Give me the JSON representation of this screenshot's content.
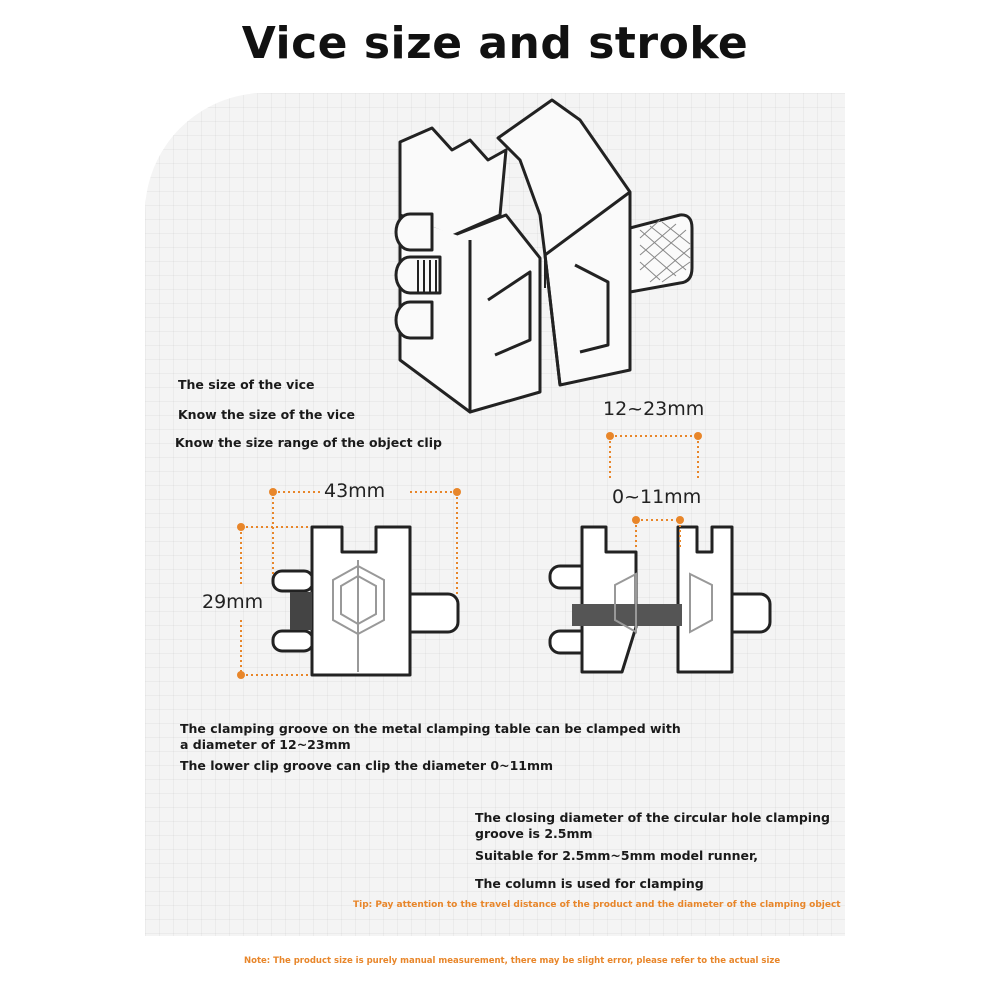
{
  "title": "Vice size and stroke",
  "intro": {
    "line1": "The size of the vice",
    "line2": "Know the size of the vice",
    "line3": "Know the size range of the object clip"
  },
  "dimensions": {
    "width": "43mm",
    "height": "29mm",
    "upper_range": "12~23mm",
    "lower_range": "0~11mm"
  },
  "desc": {
    "clamp_line1": "The clamping groove on the metal clamping table can be clamped with",
    "clamp_line2": "a diameter of 12~23mm",
    "lower_groove": "The lower clip groove can clip the diameter 0~11mm",
    "hole_line1": "The closing diameter of the circular hole clamping",
    "hole_line2": "groove is 2.5mm",
    "suitable": "Suitable for 2.5mm~5mm model runner,",
    "column": "The column is used for clamping"
  },
  "tip": "Tip: Pay attention to the travel distance of the product and the diameter of the clamping object",
  "note": "Note: The product size is purely manual measurement, there may be slight error, please refer to the actual size",
  "colors": {
    "accent": "#e8862a",
    "outline": "#222222",
    "panel": "#f4f4f4"
  }
}
